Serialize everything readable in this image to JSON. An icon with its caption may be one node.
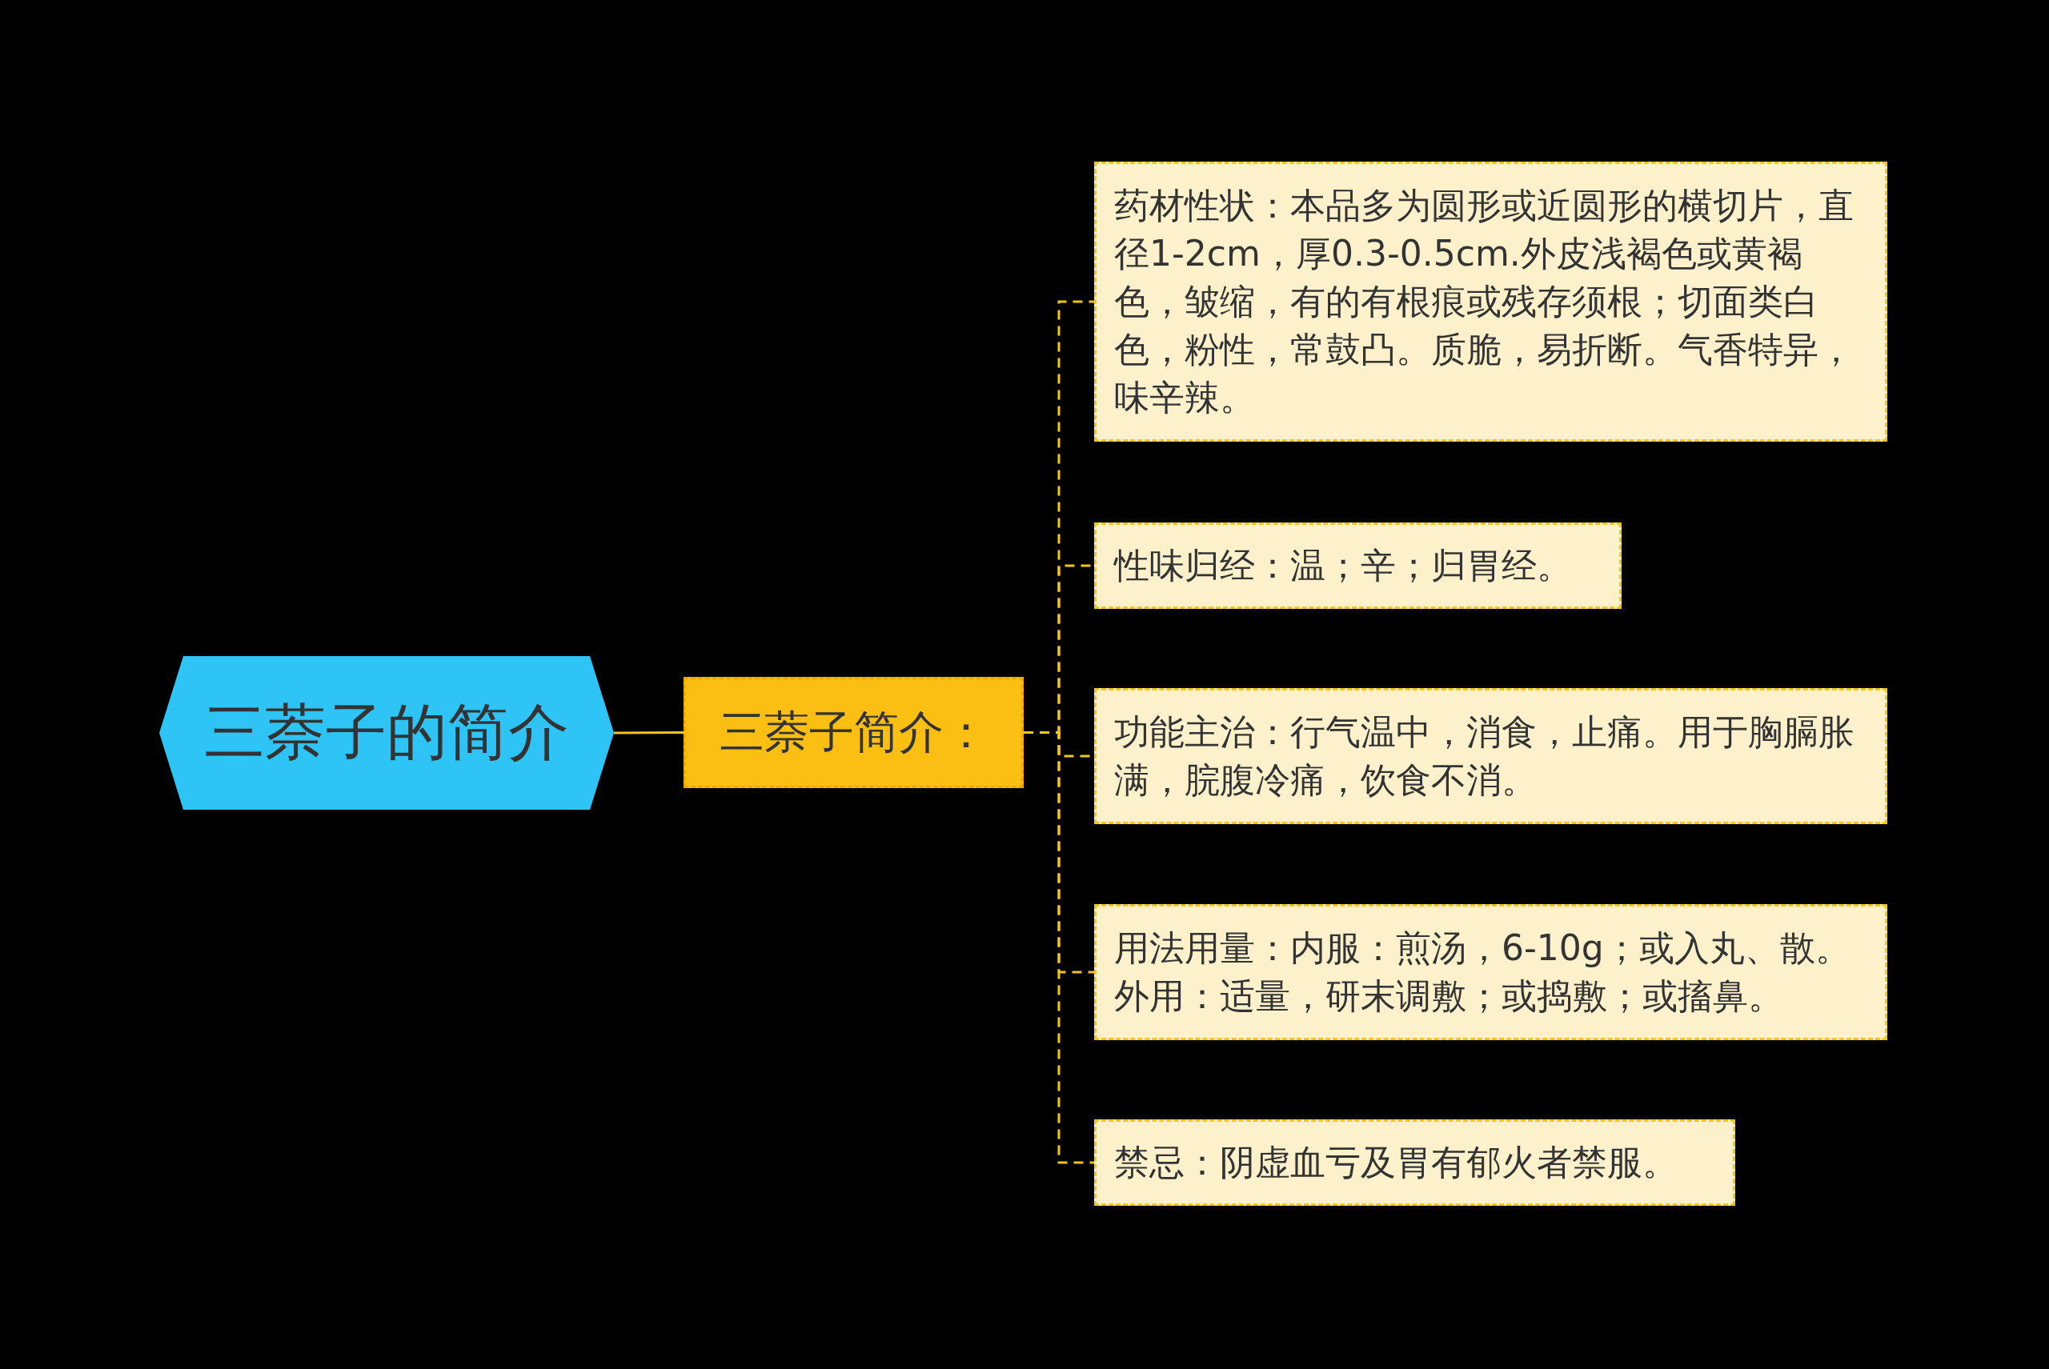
{
  "diagram": {
    "nodes": [
      {
        "text": [
          "三萘子的简介"
        ]
      },
      {
        "text": [
          "三萘子简介："
        ]
      },
      {
        "text": [
          "药材性状：本品多为圆形或近圆形的横切片，直径1-2cm，厚0.3-0.5cm.外皮浅褐色或黄褐色，皱缩，有的有根痕或残存须根；切面类白色，粉性，常鼓凸。质脆，易折断。气香特异，味辛辣。"
        ]
      },
      {
        "text": [
          "性味归经：温；辛；归胃经。"
        ]
      },
      {
        "text": [
          "功能主治：行气温中，消食，止痛。用于胸膈胀满，脘腹冷痛，饮食不消。"
        ]
      },
      {
        "text": [
          "用法用量：内服：煎汤，6-10g；或入丸、散。外用：适量，研末调敷；或捣敷；或搐鼻。"
        ]
      },
      {
        "text": [
          "禁忌：阴虚血亏及胃有郁火者禁服。"
        ]
      }
    ],
    "edges": [
      {
        "from": 0,
        "to": 1,
        "arrow": "none"
      },
      {
        "from": 1,
        "to": 2,
        "arrow": "none",
        "style": "dashed"
      },
      {
        "from": 1,
        "to": 3,
        "arrow": "none",
        "style": "dashed"
      },
      {
        "from": 1,
        "to": 4,
        "arrow": "none",
        "style": "dashed"
      },
      {
        "from": 1,
        "to": 5,
        "arrow": "none",
        "style": "dashed"
      },
      {
        "from": 1,
        "to": 6,
        "arrow": "none",
        "style": "dashed"
      }
    ]
  }
}
